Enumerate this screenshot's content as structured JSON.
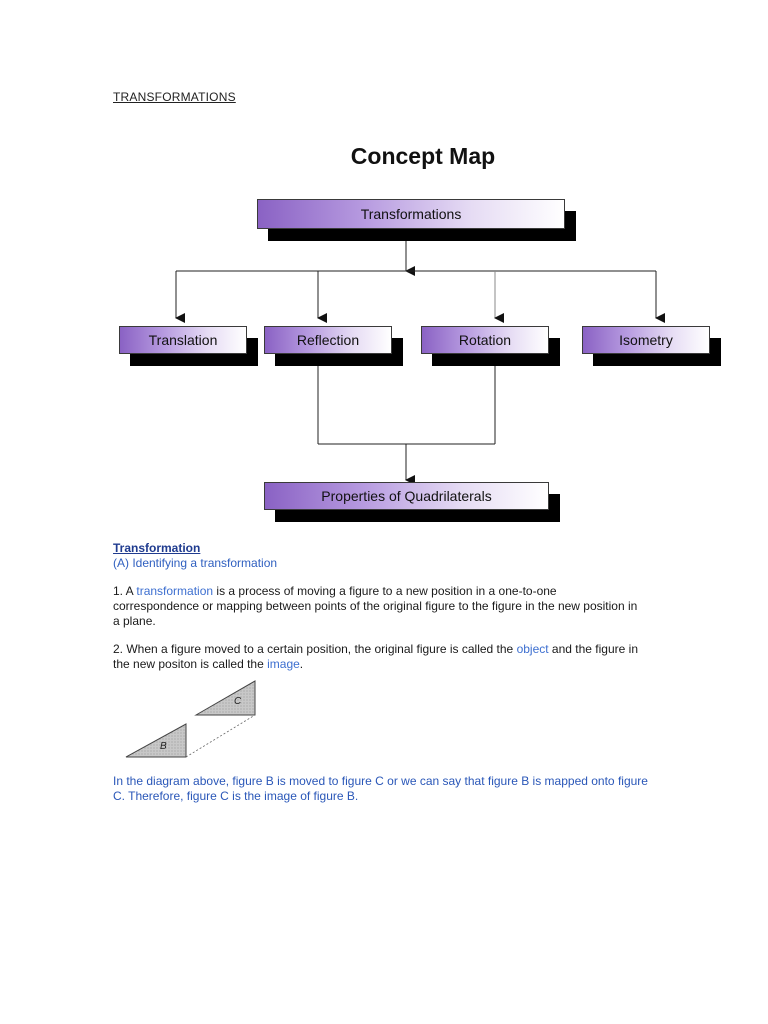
{
  "header": {
    "title": "TRANSFORMATIONS"
  },
  "concept_map": {
    "title": "Concept Map",
    "root": "Transformations",
    "children": [
      "Translation",
      "Reflection",
      "Rotation",
      "Isometry"
    ],
    "bottom": "Properties of Quadrilaterals"
  },
  "section": {
    "heading": "Transformation",
    "subheading": "(A) Identifying a transformation"
  },
  "p1": {
    "lead": "1.  A ",
    "term": "transformation",
    "rest": " is a process of moving a figure to a new position in a one-to-one correspondence or mapping between points of the original figure to the figure in the new position in a plane."
  },
  "p2": {
    "lead": "2.  When a figure moved to a certain position, the original figure is called the ",
    "term1": "object",
    "mid": " and the figure in the new positon is called the ",
    "term2": "image",
    "end": "."
  },
  "figure": {
    "label_b": "B",
    "label_c": "C"
  },
  "caption": "In the diagram above, figure B is moved to figure C or we can say  that figure B is mapped onto figure C.  Therefore, figure C is the image of figure B."
}
